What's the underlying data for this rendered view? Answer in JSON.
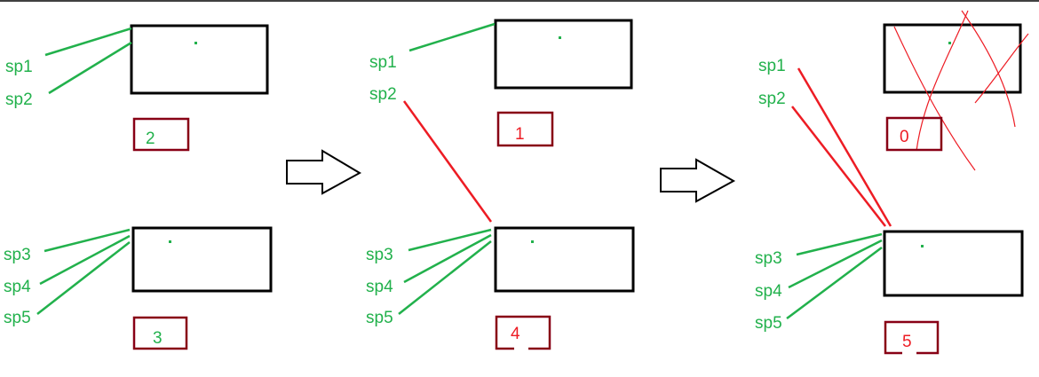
{
  "colors": {
    "green": "#22b14c",
    "red": "#ed1c24",
    "box": "#000000",
    "counter_border": "#880015",
    "counter_text_green": "#22b14c",
    "counter_text_red": "#ed1c24"
  },
  "stages": [
    {
      "pointers_top": [
        "sp1",
        "sp2"
      ],
      "pointers_bottom": [
        "sp3",
        "sp4",
        "sp5"
      ],
      "count_top": "2",
      "count_bottom": "3"
    },
    {
      "pointers_top": [
        "sp1",
        "sp2"
      ],
      "pointers_bottom": [
        "sp3",
        "sp4",
        "sp5"
      ],
      "count_top": "1",
      "count_bottom": "4"
    },
    {
      "pointers_top": [
        "sp1",
        "sp2"
      ],
      "pointers_bottom": [
        "sp3",
        "sp4",
        "sp5"
      ],
      "count_top": "0",
      "count_bottom": "5"
    }
  ]
}
